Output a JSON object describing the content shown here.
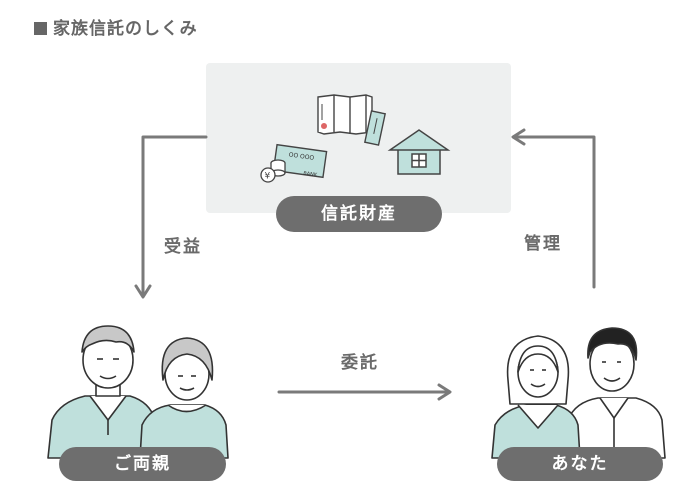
{
  "title": "家族信託のしくみ",
  "nodes": {
    "trust_assets": "信託財産",
    "parents": "ご両親",
    "you": "あなた"
  },
  "flows": {
    "benefit": "受益",
    "management": "管理",
    "entrustment": "委託"
  },
  "illustration_text": {
    "bankbook_label": "BANK"
  },
  "colors": {
    "box_bg": "#eef0f0",
    "pill_bg": "#6e6e6e",
    "arrow": "#7a7a7a",
    "accent_teal": "#bfe0dc"
  }
}
